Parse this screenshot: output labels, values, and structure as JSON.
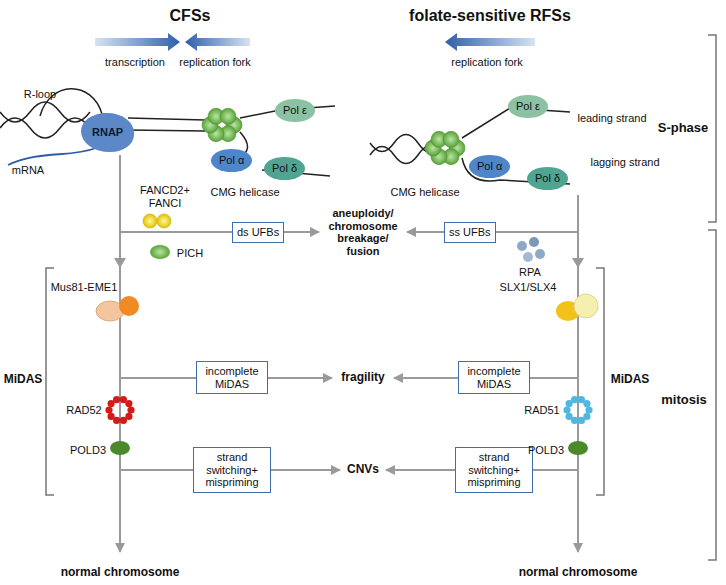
{
  "diagram": {
    "nodes": [
      {
        "text": [
          "RNAP"
        ]
      },
      {
        "text": [
          "Pol ε"
        ]
      },
      {
        "text": [
          "Pol α"
        ]
      },
      {
        "text": [
          "Pol δ"
        ]
      },
      {
        "text": [
          "Pol ε"
        ]
      },
      {
        "text": [
          "Pol α"
        ]
      },
      {
        "text": [
          "Pol δ"
        ]
      },
      {
        "text": [
          "ds UFBs"
        ]
      },
      {
        "text": [
          "ss UFBs"
        ]
      },
      {
        "text": [
          "incomplete MiDAS"
        ]
      },
      {
        "text": [
          "incomplete MiDAS"
        ]
      },
      {
        "text": [
          "strand switching+ mispriming"
        ]
      },
      {
        "text": [
          "strand switching+ mispriming"
        ]
      }
    ],
    "labels": [
      "CFSs",
      "folate-sensitive RFSs",
      "transcription",
      "replication fork",
      "replication fork",
      "R-loop",
      "mRNA",
      "CMG helicase",
      "CMG helicase",
      "leading strand",
      "lagging strand",
      "S-phase",
      "mitosis",
      "FANCD2+ FANCI",
      "PICH",
      "aneuploidy/ chromosome breakage/ fusion",
      "RPA",
      "Mus81-EME1",
      "SLX1/SLX4",
      "fragility",
      "RAD52",
      "RAD51",
      "POLD3",
      "POLD3",
      "CNVs",
      "MiDAS",
      "MiDAS",
      "normal chromosome",
      "normal chromosome"
    ]
  }
}
